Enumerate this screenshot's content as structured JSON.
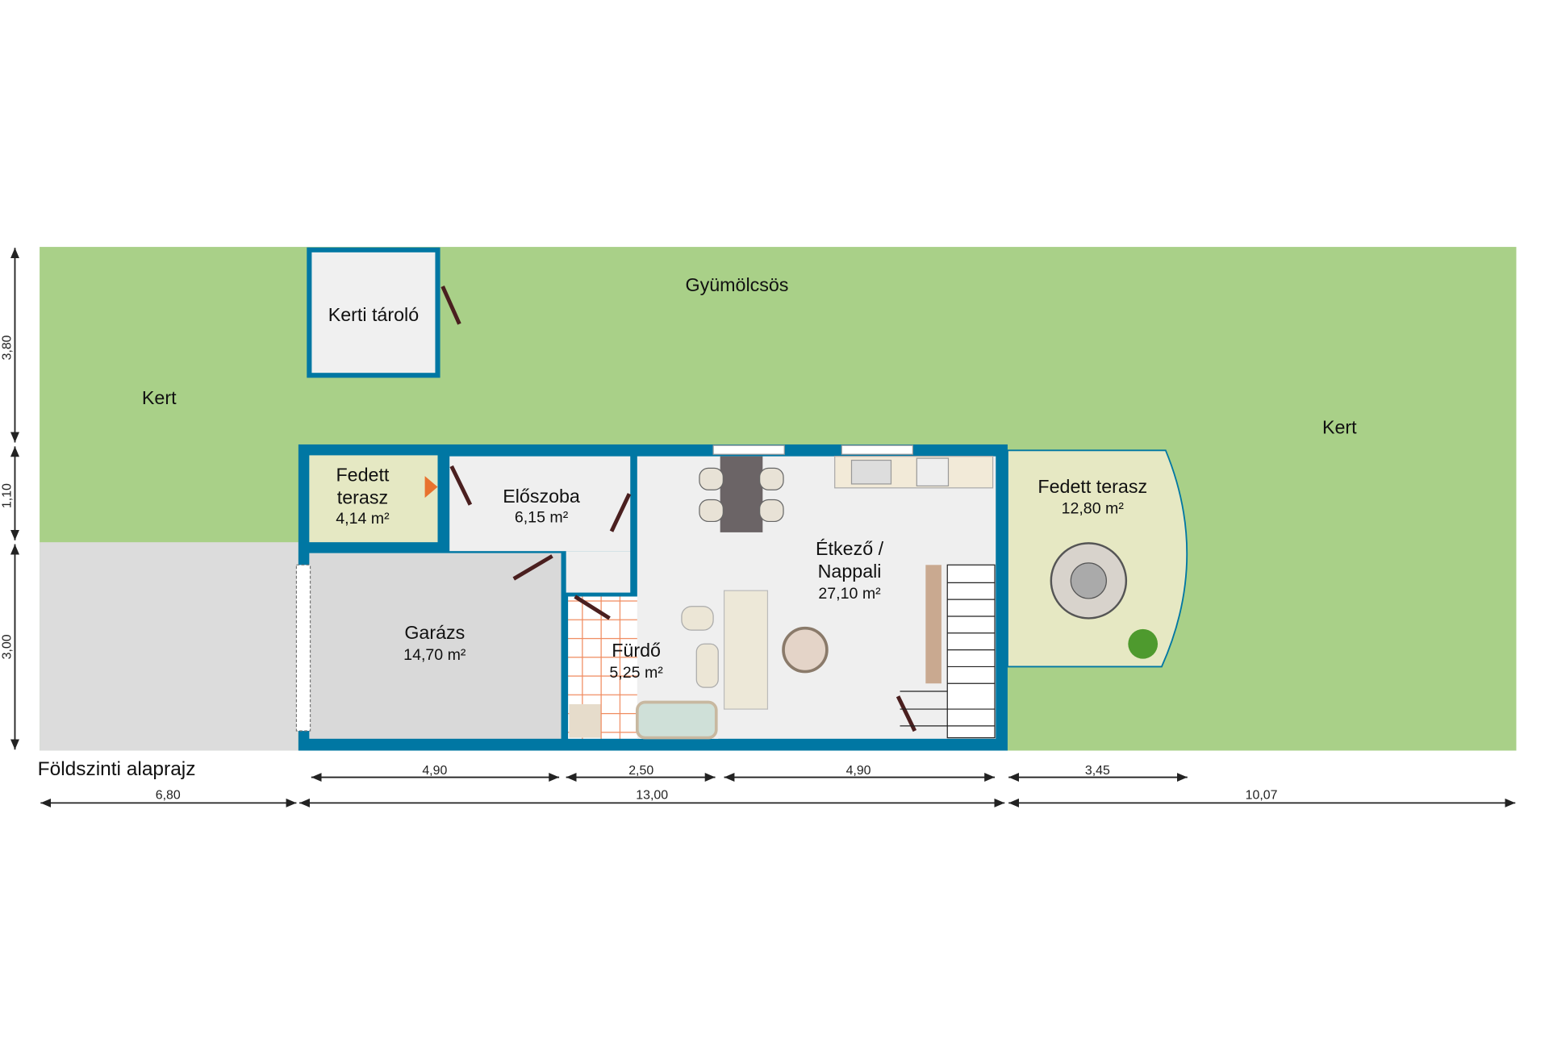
{
  "title": "Földszinti alaprajz",
  "colors": {
    "wall": "#0077a3",
    "garden": "#a9d088",
    "terrace": "#e6e8c3",
    "floor": "#efefef",
    "garage": "#d9d9d9"
  },
  "outdoor": {
    "orchard": "Gyümölcsös",
    "garden_left": "Kert",
    "garden_right": "Kert",
    "shed": "Kerti tároló"
  },
  "rooms": {
    "terrace_small": {
      "name1": "Fedett",
      "name2": "terasz",
      "area": "4,14 m²"
    },
    "hall": {
      "name": "Előszoba",
      "area": "6,15 m²"
    },
    "living": {
      "name1": "Étkező /",
      "name2": "Nappali",
      "area": "27,10 m²"
    },
    "garage": {
      "name": "Garázs",
      "area": "14,70 m²"
    },
    "bath": {
      "name": "Fürdő",
      "area": "5,25 m²"
    },
    "terrace_big": {
      "name": "Fedett terasz",
      "area": "12,80 m²"
    }
  },
  "dimensions": {
    "top_row": [
      "4,90",
      "2,50",
      "4,90",
      "3,45"
    ],
    "bottom_row": [
      "6,80",
      "13,00",
      "10,07"
    ],
    "vertical": [
      "3,80",
      "1,10",
      "3,00"
    ]
  }
}
